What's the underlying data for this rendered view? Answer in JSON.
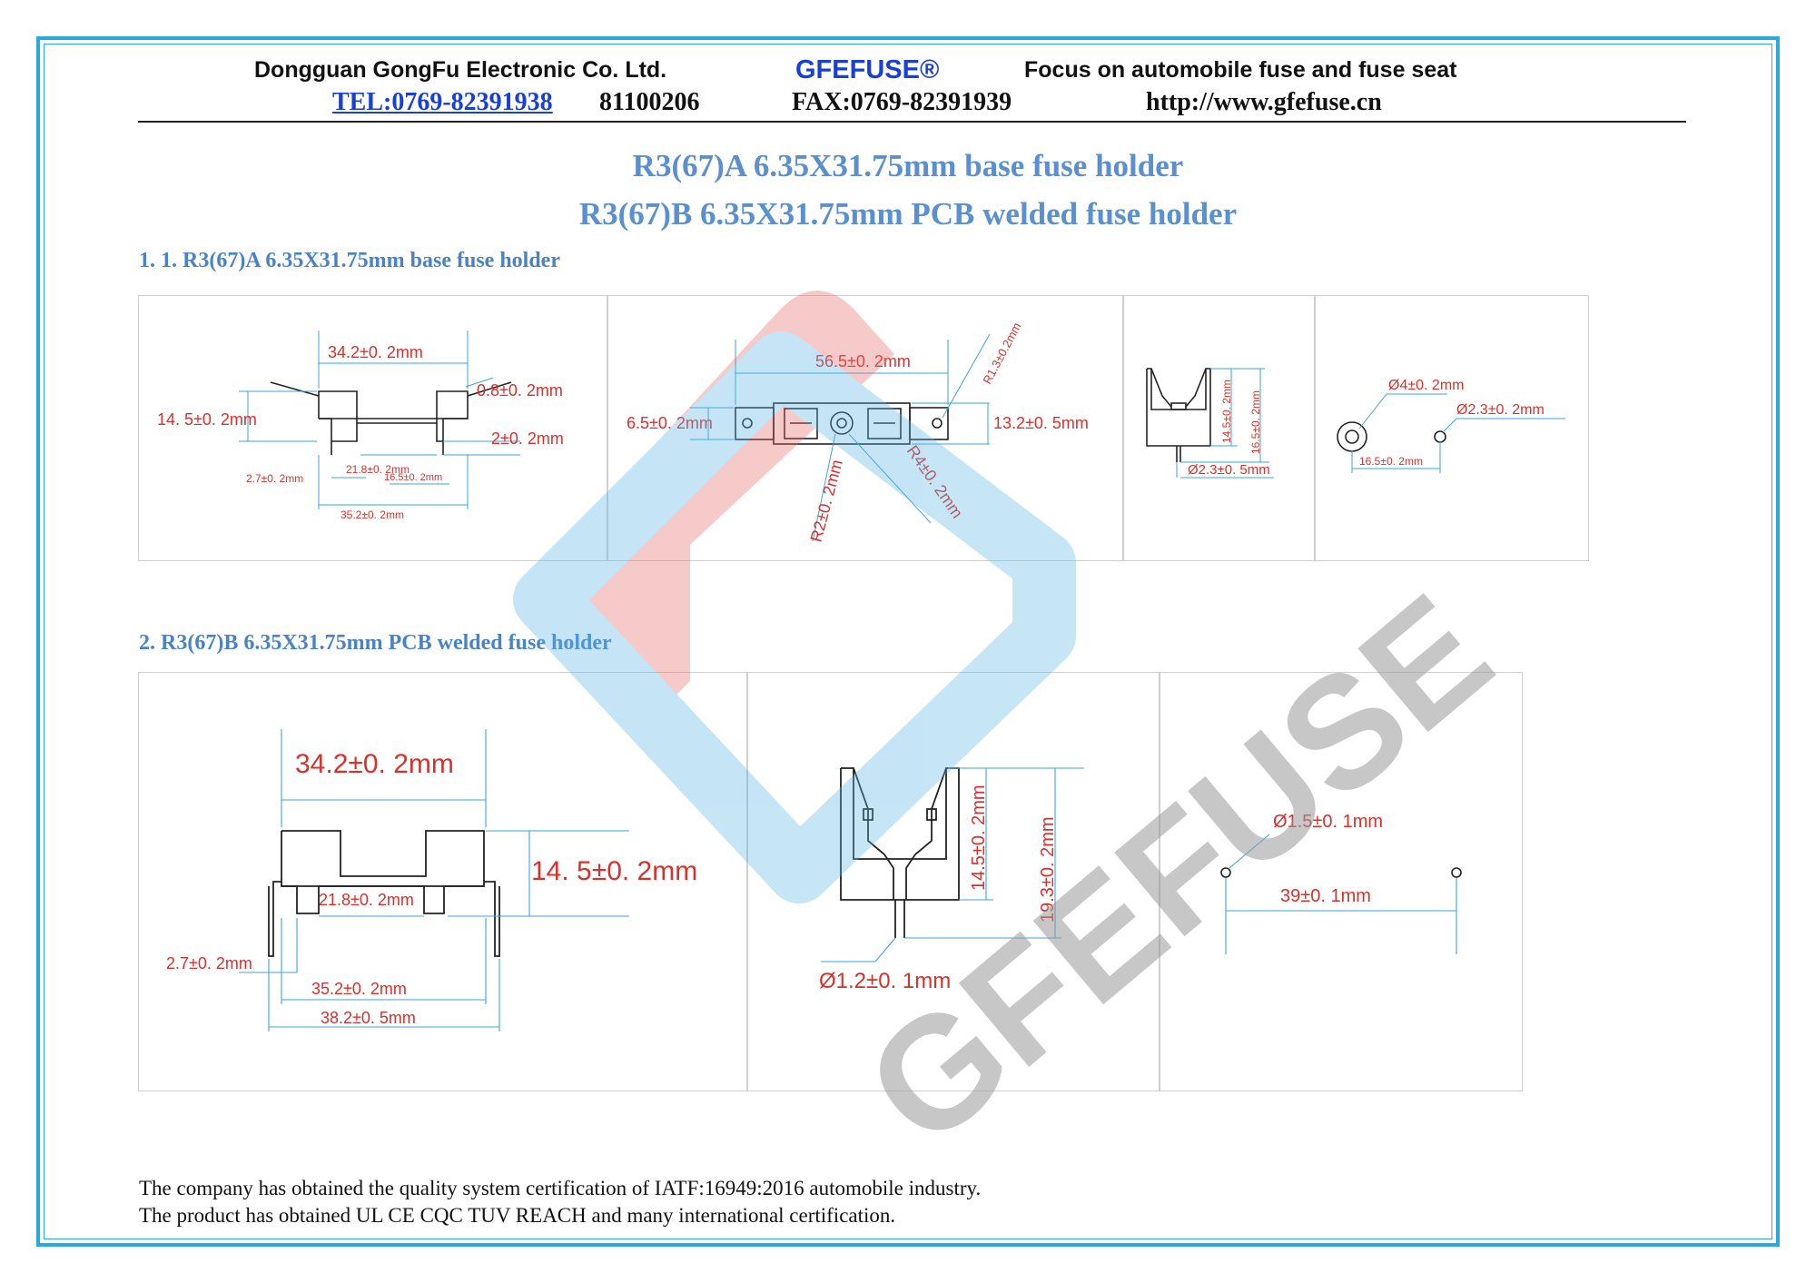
{
  "header": {
    "company": "Dongguan GongFu Electronic Co. Ltd.",
    "brand": "GFEFUSE®",
    "slogan": "Focus on automobile fuse and fuse seat",
    "tel": "TEL:0769-82391938",
    "tel2": "81100206",
    "fax": "FAX:0769-82391939",
    "website": "http://www.gfefuse.cn"
  },
  "titles": {
    "line1": "R3(67)A 6.35X31.75mm base fuse holder",
    "line2": "R3(67)B 6.35X31.75mm PCB welded fuse holder"
  },
  "section1": {
    "heading": "1.  1. R3(67)A 6.35X31.75mm base fuse holder",
    "panel1": {
      "d_width": "34.2±0. 2mm",
      "d_height": "14. 5±0. 2mm",
      "d_thick": "0.8±0. 2mm",
      "d_leg": "2±0. 2mm",
      "d_slot": "21.8±0. 2mm",
      "d_pin": "2.7±0. 2mm",
      "d_pitch": "16.5±0. 2mm",
      "d_base": "35.2±0. 2mm"
    },
    "panel2": {
      "d_length": "56.5±0. 2mm",
      "d_r13": "R1.3±0.2mm",
      "d_65": "6.5±0. 2mm",
      "d_132": "13.2±0. 5mm",
      "d_r2": "R2±0. 2mm",
      "d_r4": "R4±0. 2mm"
    },
    "panel3": {
      "d_145": "14.5±0. 2mm",
      "d_165": "16.5±0. 2mm",
      "d_23": "Ø2.3±0. 5mm"
    },
    "panel4": {
      "d_4": "Ø4±0. 2mm",
      "d_23": "Ø2.3±0. 2mm",
      "d_165": "16.5±0. 2mm"
    }
  },
  "section2": {
    "heading": "2.  R3(67)B 6.35X31.75mm PCB welded fuse holder",
    "panel1": {
      "d_width": "34.2±0. 2mm",
      "d_height": "14. 5±0. 2mm",
      "d_slot": "21.8±0. 2mm",
      "d_pin": "2.7±0. 2mm",
      "d_352": "35.2±0. 2mm",
      "d_382": "38.2±0. 5mm"
    },
    "panel2": {
      "d_145": "14.5±0. 2mm",
      "d_193": "19.3±0. 2mm",
      "d_12": "Ø1.2±0. 1mm"
    },
    "panel3": {
      "d_15": "Ø1.5±0. 1mm",
      "d_39": "39±0. 1mm"
    }
  },
  "watermark": {
    "text": "GFEFUSE"
  },
  "footer": {
    "line1": "The company has obtained the quality system certification of IATF:16949:2016 automobile industry.",
    "line2": "The product has obtained UL CE CQC TUV REACH and many international certification."
  },
  "colors": {
    "frame": "#29a9e0",
    "title": "#5a8fd0",
    "dimension": "#d9302b",
    "dimline": "#3aa6d8",
    "brand": "#1a3fd6"
  }
}
